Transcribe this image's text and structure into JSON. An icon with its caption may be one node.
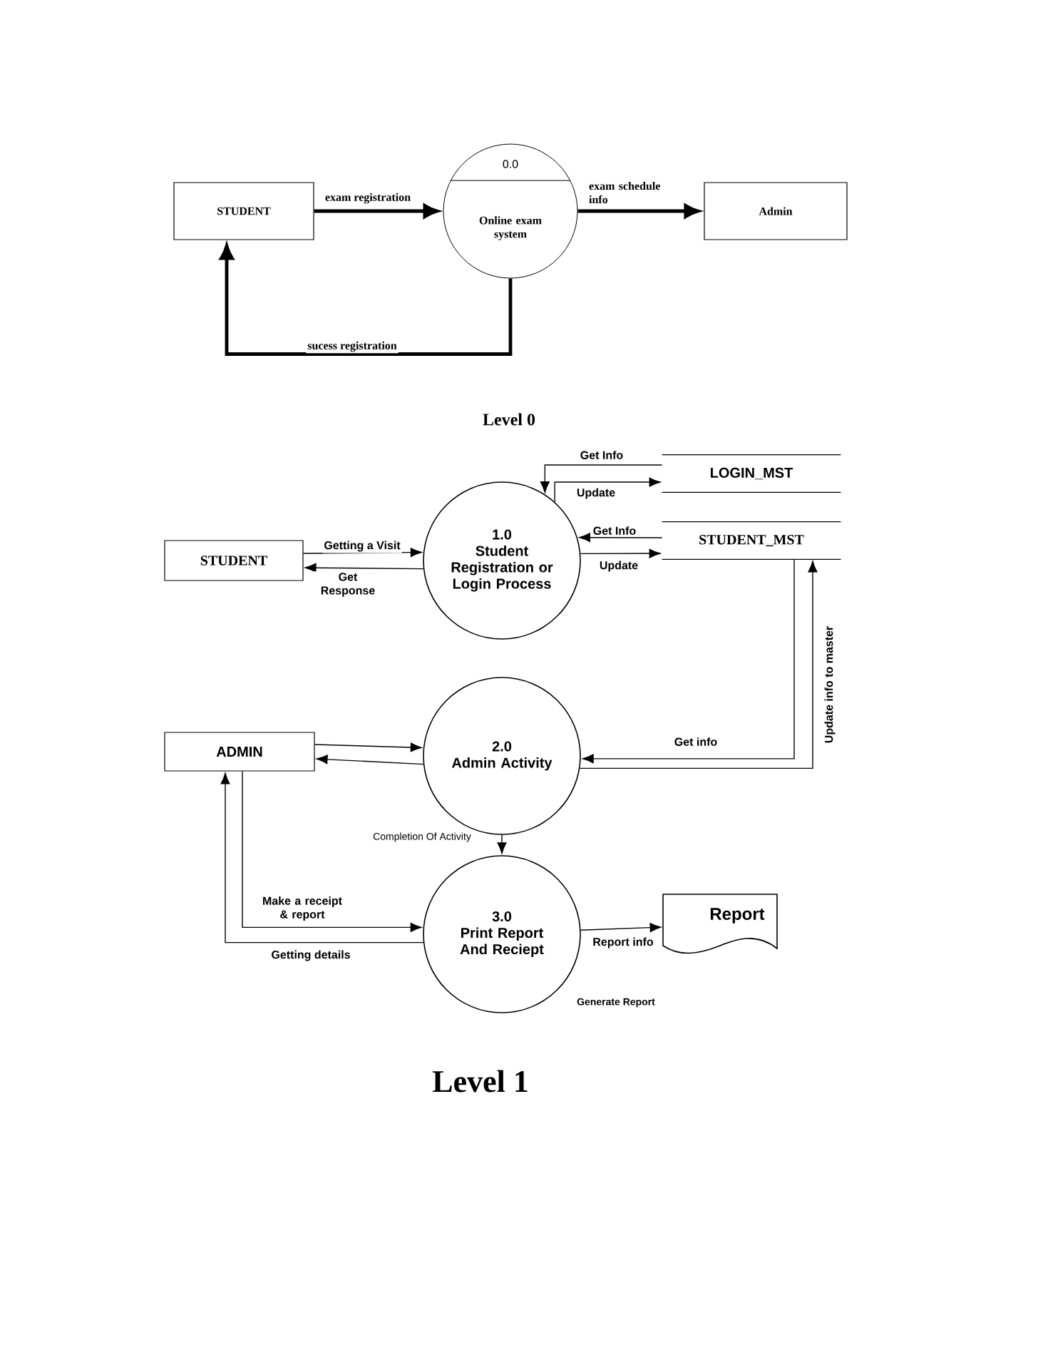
{
  "diagram": {
    "nodes": [
      {
        "text": [
          "STUDENT"
        ]
      },
      {
        "text": [
          "0.0",
          "Online exam system"
        ]
      },
      {
        "text": [
          "Admin"
        ]
      },
      {
        "text": [
          "STUDENT"
        ]
      },
      {
        "text": [
          "1.0",
          "Student Registration or Login Process"
        ]
      },
      {
        "text": [
          "LOGIN_MST"
        ]
      },
      {
        "text": [
          "STUDENT_MST"
        ]
      },
      {
        "text": [
          "ADMIN"
        ]
      },
      {
        "text": [
          "2.0",
          "Admin Activity"
        ]
      },
      {
        "text": [
          "3.0",
          "Print Report And Reciept"
        ]
      },
      {
        "text": [
          "Report"
        ]
      }
    ],
    "edges": [
      {
        "from": 0,
        "to": 1,
        "arrow": "to",
        "label": "exam registration",
        "style": "thick"
      },
      {
        "from": 1,
        "to": 2,
        "arrow": "to",
        "label": "exam schedule info",
        "style": "thick"
      },
      {
        "from": 1,
        "to": 0,
        "arrow": "to",
        "label": "sucess registration",
        "style": "thick"
      },
      {
        "from": 5,
        "to": 4,
        "arrow": "to",
        "label": "Get Info"
      },
      {
        "from": 4,
        "to": 5,
        "arrow": "to",
        "label": "Update"
      },
      {
        "from": 6,
        "to": 4,
        "arrow": "to",
        "label": "Get Info"
      },
      {
        "from": 4,
        "to": 6,
        "arrow": "to",
        "label": "Update"
      },
      {
        "from": 3,
        "to": 4,
        "arrow": "to",
        "label": "Getting a Visit"
      },
      {
        "from": 4,
        "to": 3,
        "arrow": "to",
        "label": "Get Response"
      },
      {
        "from": 6,
        "to": 8,
        "arrow": "to",
        "label": "Get info"
      },
      {
        "from": 8,
        "to": 6,
        "arrow": "to",
        "label": "Update info to master"
      },
      {
        "from": 7,
        "to": 8,
        "arrow": "to"
      },
      {
        "from": 8,
        "to": 7,
        "arrow": "to"
      },
      {
        "from": 8,
        "to": 9,
        "arrow": "to",
        "label": "Completion Of Activity"
      },
      {
        "from": 7,
        "to": 9,
        "arrow": "to",
        "label": "Make a receipt & report"
      },
      {
        "from": 9,
        "to": 7,
        "arrow": "to",
        "label": "Getting details"
      },
      {
        "from": 9,
        "to": 10,
        "arrow": "to",
        "label": "Report info"
      }
    ],
    "labels": [
      "Level 0",
      "Generate Report",
      "Level 1"
    ]
  }
}
